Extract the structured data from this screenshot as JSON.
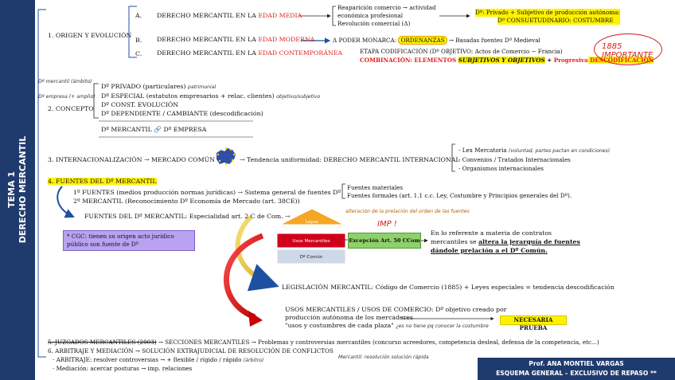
{
  "sidebar": {
    "line1": "TEMA 1",
    "line2": "DERECHO MERCANTIL"
  },
  "footer": {
    "line1": "Prof. ANA MONTIEL VARGAS",
    "line2": "ESQUEMA GENERAL – EXCLUSIVO DE REPASO **"
  },
  "s1": {
    "title": "1. ORIGEN Y EVOLUCIÓN",
    "a": {
      "letter": "A.",
      "text": "DERECHO MERCANTIL EN LA ",
      "era": "EDAD MEDIA",
      "notes": [
        "Reaparición comercio → actividad",
        "económica profesional",
        "Revolución comercial (Δ)"
      ],
      "right1": "Dº: Privado + Subjetivo de producción autónoma:",
      "right2": "Dº CONSUETUDINARIO: COSTUMBRE"
    },
    "b": {
      "letter": "B.",
      "text": "DERECHO MERCANTIL EN LA ",
      "era": "EDAD MODERNA",
      "note_pre": "Δ PODER MONARCA: ",
      "note_hl": "ORDENANZAS",
      "note_post": " → Basadas fuentes Dº Medieval"
    },
    "c": {
      "letter": "C.",
      "text": "DERECHO MERCANTIL EN LA ",
      "era": "EDAD CONTEMPORÁNEA",
      "note1": "ETAPA CODIFICACIÓN (Dº OBJETIVO: Actos de Comercio − Francia)",
      "note2_a": "COMBINACIÓN: ELEMENTOS ",
      "note2_b": "SUBJETIVOS Y OBJETIVOS",
      "note2_c": " + ",
      "note2_d": "Progresiva",
      "note2_e": " DESCODIFICACIÓN"
    },
    "oval": "1885 IMPORTANTE"
  },
  "s2": {
    "title": "2. CONCEPTO",
    "hw_left1": "Dº mercantil (ámbito)",
    "hw_left2": "Dº empresa (+ amplio)",
    "items": [
      "Dº PRIVADO (particulares)",
      "Dº ESPECIAL (estatutos empresarios + relac. clientes)",
      "Dº CONST. EVOLUCIÓN",
      "Dº DEPENDIENTE / CAMBIANTE (descodificación)"
    ],
    "hw_items": [
      "patrimonial",
      "objetivo/subjetivo"
    ],
    "link": "Dº MERCANTIL 🔗 Dº EMPRESA"
  },
  "s3": {
    "title": "3. INTERNACIONALIZACIÓN → MERCADO COMÚN",
    "arrow_text": "→ Tendencia uniformidad: DERECHO MERCANTIL INTERNACIONAL",
    "bullets": [
      "Lex Mercatoria",
      "Convenios / Tratados Internacionales",
      "Organismos internacionales"
    ],
    "hw_bullet": "(voluntad, partes pactan en condiciones)"
  },
  "s4": {
    "title": "4. FUENTES DEL Dº MERCANTIL",
    "f1": "1º FUENTES (medios producción normas jurídicas) → Sistema general de fuentes Dº",
    "f2": "2º MERCANTIL (Reconocimiento Dº  Economía de Mercado (art. 38CE))",
    "right1": "Fuentes materiales",
    "right2": "Fuentes formales (art. 1.1 c.c. Ley, Costumbre y Principios generales del Dº).",
    "f3": "FUENTES DEL Dº MERCANTIL: Especialidad art. 2 C de Com. →",
    "hw_alter": "alteración de la prelación del orden de las fuentes",
    "hw_imp": "IMP !",
    "cgc": "* CGC: tienen su origen acto jurídico público son fuente de Dº",
    "pyramid": [
      "Leyes",
      "Usos Mercantiles",
      "Dº Común"
    ],
    "exception": "Excepción Art. 50 CCom",
    "contract_text1": "En lo referente a materia de contratos",
    "contract_text2_pre": "mercantiles se ",
    "contract_text2_u": "altera la jerarquía de fuentes",
    "contract_text3": "dándole prelación a el Dº Común.",
    "legislacion": "LEGISLACIÓN MERCANTIL: Código de Comercio (1885) + Leyes especiales = tendencia descodificación",
    "usos1": "USOS MERCANTILES / USOS DE COMERCIO: Dº objetivo creado por",
    "usos2": "producción autónoma de los mercaderes",
    "usos3": "\"usos y costumbres de cada plaza\"",
    "hw_usos": "¿es no tiene pq conocer la costumbre",
    "prueba": "NECESARIA PRUEBA"
  },
  "s5": {
    "strike": "5. JUZGADOS MERCANTILES (2003)",
    "rest": " → SECCIONES MERCANTILES → Problemas y controversias mercantiles (concurso acreedores, competencia desleal, defensa de la competencia, etc...)"
  },
  "s6": {
    "title": "6. ARBITRAJE Y MEDIACIÓN → SOLUCIÓN EXTRAJUDICIAL DE RESOLUCIÓN DE CONFLICTOS",
    "b1": "· ARBITRAJE: resolver controversias → + flexible / rígido / rápido",
    "hw_b1": "(árbitro)",
    "b2": "· Mediación: acercar posturas → imp. relaciones",
    "hw_med": "Mercantil: resolución solución rápida"
  },
  "colors": {
    "navy": "#1f3b6e",
    "red": "#e02020",
    "highlight": "#fff200",
    "purple": "#b9a2f0",
    "green": "#8ed16a"
  }
}
